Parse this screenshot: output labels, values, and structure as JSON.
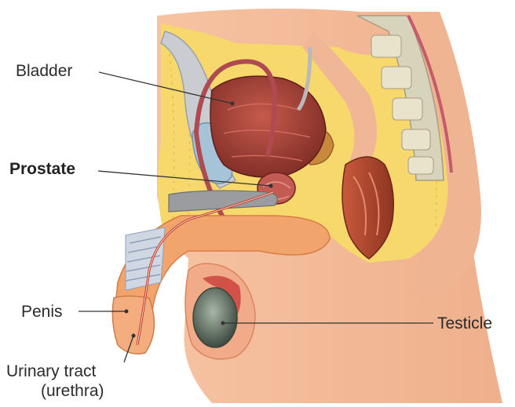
{
  "labels": {
    "bladder": "Bladder",
    "prostate": "Prostate",
    "penis": "Penis",
    "testicle": "Testicle",
    "urethra_line1": "Urinary tract",
    "urethra_line2": "(urethra)"
  },
  "colors": {
    "skin": "#f2b693",
    "skin_light": "#f8cfb2",
    "fat": "#f6d86c",
    "muscle": "#b4433c",
    "bladder": "#a8433a",
    "cartilage": "#d9d4bf",
    "testicle": "#6d7d6e",
    "leader_line": "#333333"
  }
}
